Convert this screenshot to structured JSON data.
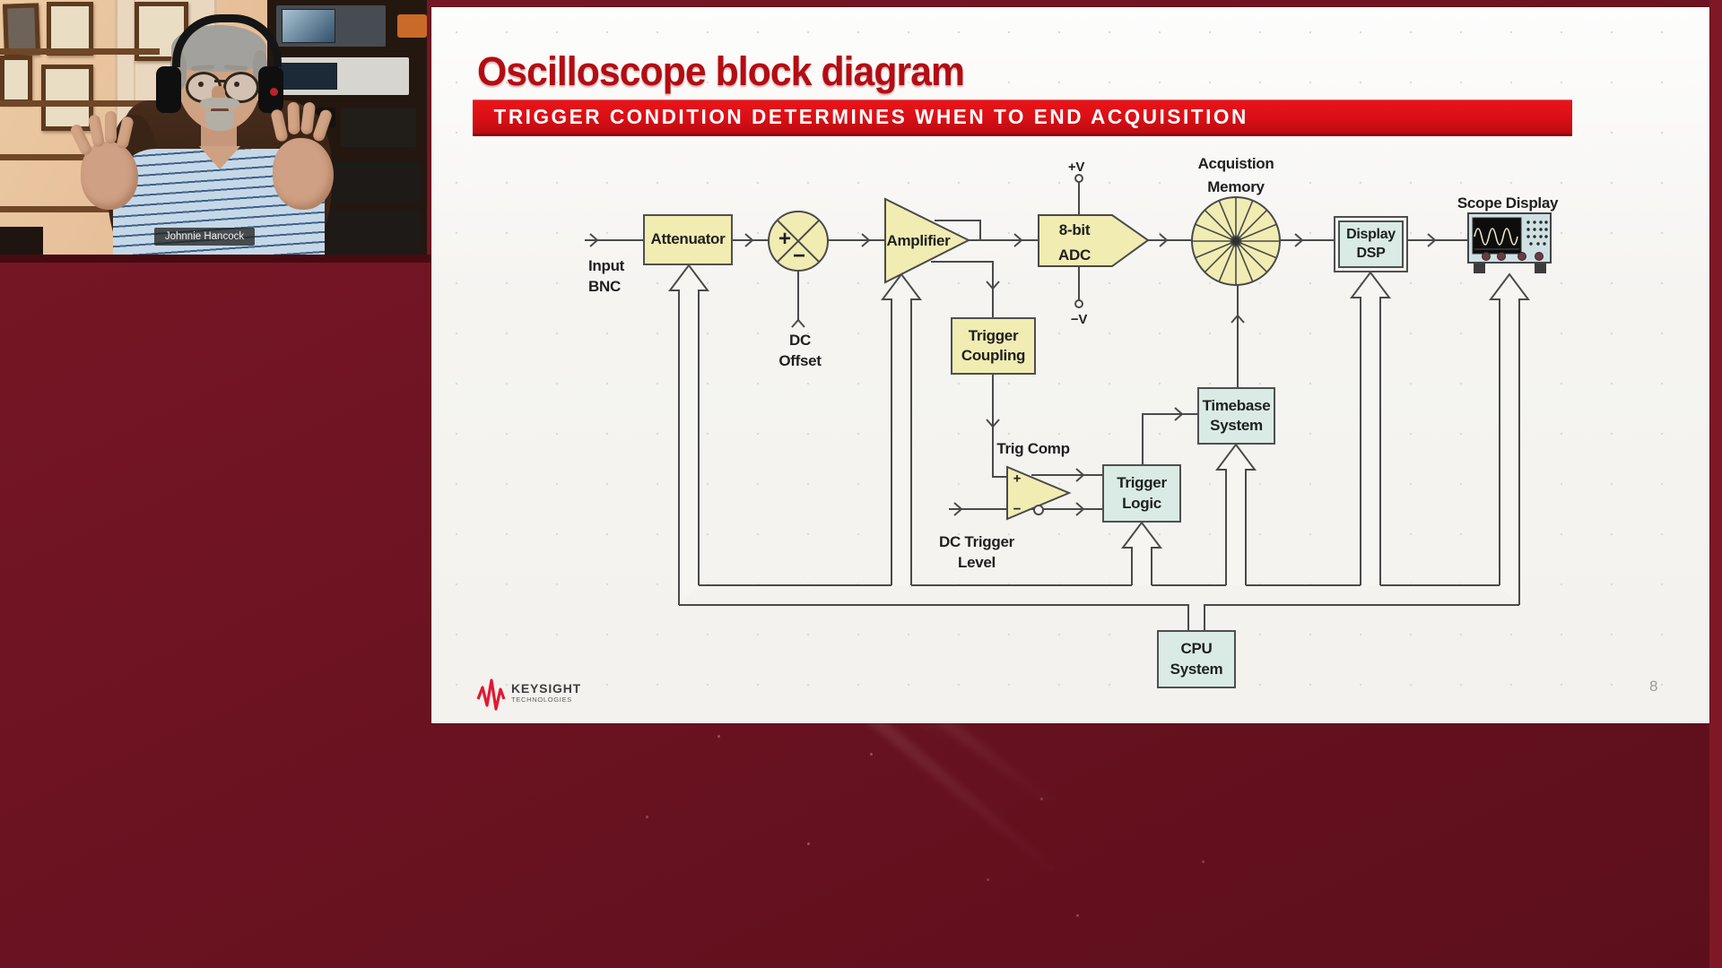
{
  "webcam": {
    "name_tag": "Johnnie Hancock"
  },
  "slide": {
    "title": "Oscilloscope block diagram",
    "banner": "TRIGGER CONDITION DETERMINES WHEN TO END ACQUISITION",
    "page_number": "8",
    "logo": {
      "brand": "KEYSIGHT",
      "subbrand": "TECHNOLOGIES"
    },
    "diagram": {
      "labels": {
        "input_line1": "Input",
        "input_line2": "BNC",
        "attenuator": "Attenuator",
        "summer_plus": "+",
        "summer_minus": "−",
        "dc_offset_line1": "DC",
        "dc_offset_line2": "Offset",
        "amplifier": "Amplifier",
        "adc_line1": "8-bit",
        "adc_line2": "ADC",
        "plus_v": "+V",
        "minus_v": "−V",
        "acq_memory_line1": "Acquistion",
        "acq_memory_line2": "Memory",
        "display_dsp_line1": "Display",
        "display_dsp_line2": "DSP",
        "scope_display": "Scope Display",
        "trigger_coupling_line1": "Trigger",
        "trigger_coupling_line2": "Coupling",
        "trig_comp": "Trig Comp",
        "comp_plus": "+",
        "comp_minus": "−",
        "dc_trigger_line1": "DC Trigger",
        "dc_trigger_line2": "Level",
        "trigger_logic_line1": "Trigger",
        "trigger_logic_line2": "Logic",
        "timebase_line1": "Timebase",
        "timebase_line2": "System",
        "cpu_line1": "CPU",
        "cpu_line2": "System"
      },
      "colors": {
        "block_yellow": "#f1ecb2",
        "block_blue": "#d9ebe4",
        "line": "#4a4a4a",
        "accent_red": "#c00d13"
      }
    }
  }
}
